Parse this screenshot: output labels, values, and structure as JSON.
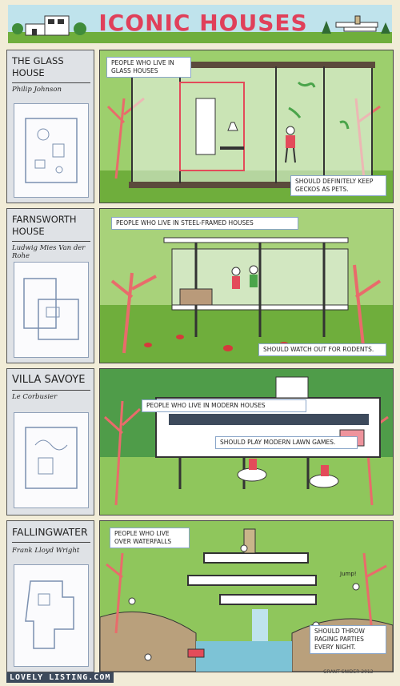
{
  "header": {
    "title": "Iconic Houses"
  },
  "panels": [
    {
      "name": "The Glass House",
      "architect": "Philip Johnson",
      "caption_top": "People who live in glass houses",
      "caption_bottom": "Should definitely keep geckos as pets."
    },
    {
      "name": "Farnsworth House",
      "architect": "Ludwig Mies Van der Rohe",
      "caption_top": "People who live in steel-framed houses",
      "caption_bottom": "Should watch out for rodents."
    },
    {
      "name": "Villa Savoye",
      "architect": "Le Corbusier",
      "caption_top": "People who live in modern houses",
      "caption_bottom": "Should play modern lawn games."
    },
    {
      "name": "Fallingwater",
      "architect": "Frank Lloyd Wright",
      "caption_top": "People who live over waterfalls",
      "caption_bottom": "Should throw raging parties every night.",
      "speech": "Jump!"
    }
  ],
  "footer": {
    "brand": "LOVELY LISTING.COM",
    "signature": "GRANT SNIDER 2012"
  },
  "colors": {
    "title": "#e0405a",
    "grass": "#6fae3c",
    "caption_border": "#8aa6c9",
    "sidebar": "#dfe2e6"
  }
}
